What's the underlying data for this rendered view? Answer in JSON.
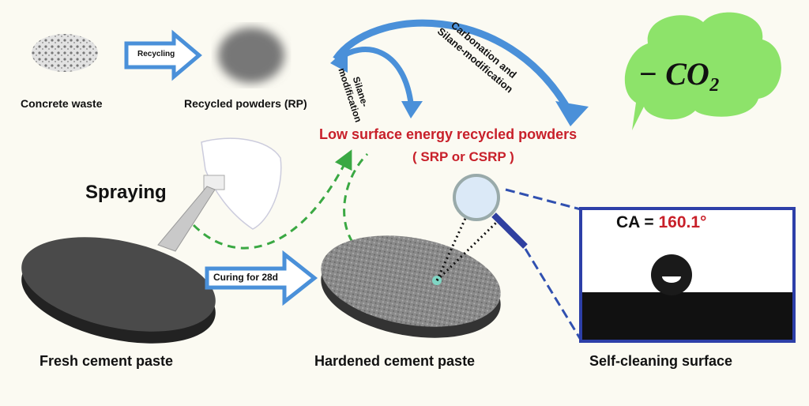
{
  "labels": {
    "concrete_waste": "Concrete waste",
    "recycling": "Recycling",
    "recycled_powders": "Recycled powders (RP)",
    "silane_modification": "Silane-modification",
    "silane_line1": "Silane-",
    "silane_line2": "modification",
    "carbonation_line1": "Carbonation and",
    "carbonation_line2": "Silane-modification",
    "co2": "− CO₂",
    "low_surface_line1": "Low surface energy recycled powders",
    "low_surface_line2": "( SRP or CSRP )",
    "spraying": "Spraying",
    "curing": "Curing for 28d",
    "fresh": "Fresh cement paste",
    "hardened": "Hardened cement paste",
    "ca_prefix": "CA = ",
    "ca_value": "160.1°",
    "self_cleaning": "Self-cleaning surface"
  },
  "colors": {
    "arrow_blue": "#4a90d9",
    "red_text": "#c8202a",
    "green_cloud": "#8de36a",
    "green_dash": "#3aa843",
    "frame_blue": "#2d3fa8"
  }
}
